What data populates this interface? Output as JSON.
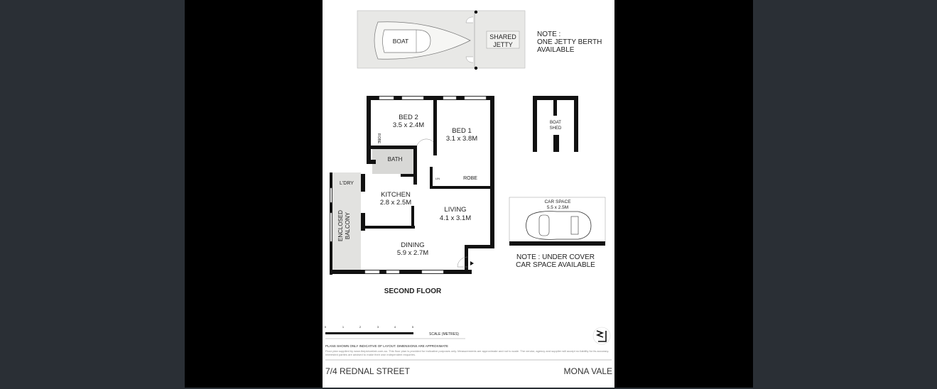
{
  "viewer": {
    "background": "#2a2f35",
    "stage_color": "#000000"
  },
  "plan": {
    "jetty": {
      "boat": "BOAT",
      "shared_jetty": [
        "SHARED",
        "JETTY"
      ],
      "note": [
        "NOTE :",
        "ONE JETTY BERTH",
        "AVAILABLE"
      ]
    },
    "rooms": {
      "bed2": [
        "BED 2",
        "3.5 x 2.4M"
      ],
      "bed1": [
        "BED 1",
        "3.1 x 3.8M"
      ],
      "bath": "BATH",
      "robe_bed2": "ROBE",
      "robe_bed1": "ROBE",
      "linen": "LIN",
      "laundry": "L'DRY",
      "kitchen": [
        "KITCHEN",
        "2.8 x 2.5M"
      ],
      "living": [
        "LIVING",
        "4.1 x 3.1M"
      ],
      "dining": [
        "DINING",
        "5.9 x 2.7M"
      ],
      "balcony": [
        "ENCLOSED",
        "BALCONY"
      ]
    },
    "floor_label": "SECOND FLOOR",
    "boat_shed": [
      "BOAT",
      "SHED"
    ],
    "car_space": [
      "CAR SPACE",
      "5.5 x 2.5M"
    ],
    "car_note": [
      "NOTE : UNDER COVER",
      "CAR SPACE AVAILABLE"
    ],
    "scale": {
      "ticks": [
        "0",
        "1",
        "2",
        "3",
        "4",
        "5"
      ],
      "label": "SCALE (METRES)"
    },
    "disclaimer_title": "PLANS SHOWN ONLY INDICATIVE OF LAYOUT. DIMENSIONS ARE APPROXIMATE",
    "disclaimer_body": "Floor plan supplied by www.thepicturelab.com.au. This floor plan is provided for indicative purposes only. Measurements are approximate and not to scale. The vendor, agency and supplier will accept no liability for its accuracy. Interested parties are advised to make their own independent enquiries.",
    "address": "7/4 REDNAL STREET",
    "suburb": "MONA VALE"
  }
}
